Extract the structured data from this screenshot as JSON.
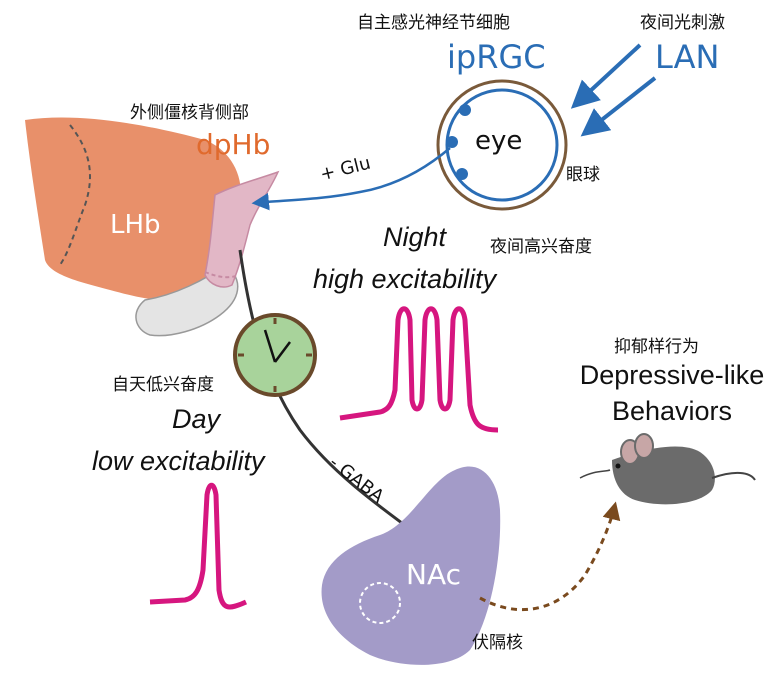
{
  "labels": {
    "ipRGC_cn": "自主感光神经节细胞",
    "ipRGC": "ipRGC",
    "LAN_cn": "夜间光刺激",
    "LAN": "LAN",
    "dpHb_cn": "外侧僵核背侧部",
    "dpHb": "dpHb",
    "eye": "eye",
    "eye_cn": "眼球",
    "glu": "+ Glu",
    "LHb": "LHb",
    "night_cn": "夜间高兴奋度",
    "night_1": "Night",
    "night_2": "high excitability",
    "day_cn": "自天低兴奋度",
    "day_1": "Day",
    "day_2": "low excitability",
    "gaba": "- GABA",
    "behavior_cn": "抑郁样行为",
    "behavior_1": "Depressive-like",
    "behavior_2": "Behaviors",
    "NAc": "NAc",
    "NAc_cn": "伏隔核"
  },
  "colors": {
    "blue": "#2a6db5",
    "lhb": "#e8906a",
    "dphb": "#e2b7c6",
    "lhb_lower": "#e4e4e4",
    "clock": "#a8d39b",
    "clock_rim": "#6a4a2b",
    "spike": "#d6167f",
    "nac": "#a39bc8",
    "mouse": "#6b6b6b",
    "dashed_arrow": "#7a4a1e"
  },
  "icons": [
    "eye-icon",
    "clock-icon",
    "mouse-icon"
  ]
}
